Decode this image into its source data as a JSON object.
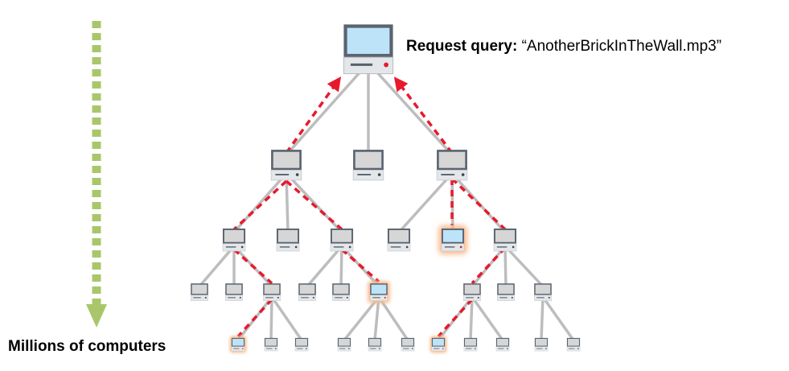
{
  "query": {
    "label": "Request query:",
    "value": "“AnotherBrickInTheWall.mp3”"
  },
  "scale_label": "Millions of computers",
  "colors": {
    "request_path": "#e8192c",
    "tree_edge": "#bdbdbd",
    "found_glow": "#f7b98a",
    "down_arrow": "#a9c76a",
    "screen_normal": "#d6d6d6",
    "screen_highlight": "#bde3f8"
  },
  "icons": {
    "node": "computer-icon",
    "scale": "down-arrow-icon"
  }
}
